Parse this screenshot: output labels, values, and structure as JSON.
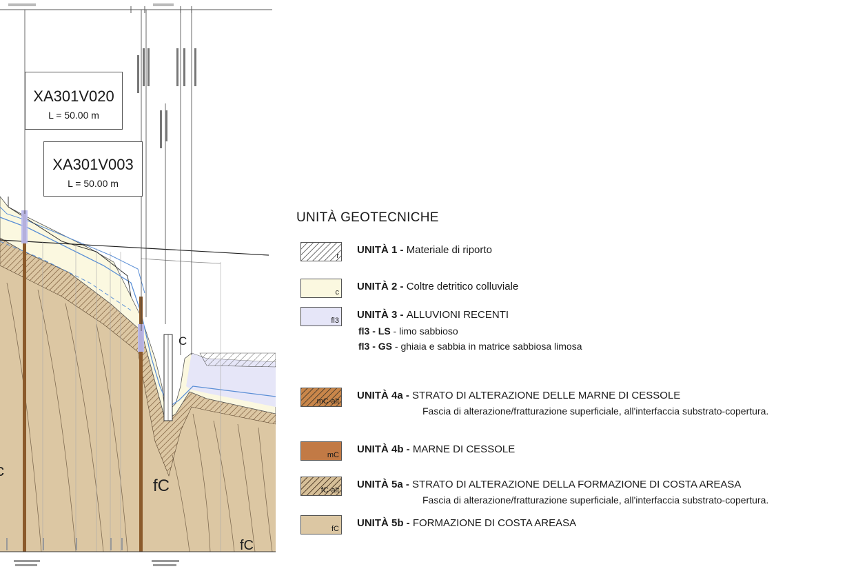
{
  "section": {
    "boxes": [
      {
        "code": "XA301V020",
        "length": "L = 50.00 m"
      },
      {
        "code": "XA301V003",
        "length": "L = 50.00 m"
      }
    ],
    "soil_labels": {
      "c_top": "C",
      "fc_center": "fC",
      "fc_right": "fC",
      "c_left": "c"
    }
  },
  "legend": {
    "title": "UNITÀ GEOTECNICHE",
    "items": [
      {
        "id": "u1",
        "symbol": "r",
        "unit": "UNITÀ 1",
        "sep": " - ",
        "name": "Materiale di riporto",
        "fill": "#ffffff",
        "hatch": true
      },
      {
        "id": "u2",
        "symbol": "c",
        "unit": "UNITÀ 2",
        "sep": " - ",
        "name": "Coltre detritico colluviale",
        "fill": "#fbf8e0",
        "hatch": false
      },
      {
        "id": "u3",
        "symbol": "fl3",
        "unit": "UNITÀ 3",
        "sep": " - ",
        "name": "ALLUVIONI RECENTI",
        "fill": "#e6e6f8",
        "hatch": false,
        "subs": [
          {
            "code": "fl3 - LS",
            "text": " - limo sabbioso"
          },
          {
            "code": "fl3 - GS",
            "text": " - ghiaia e sabbia in matrice sabbiosa limosa"
          }
        ]
      },
      {
        "id": "u4a",
        "symbol": "mC-alt",
        "unit": "UNITÀ 4a",
        "sep": " - ",
        "name": "STRATO DI ALTERAZIONE DELLE MARNE DI CESSOLE",
        "fill": "#c9864a",
        "hatch": true,
        "desc": "Fascia di alterazione/fratturazione superficiale, all'interfaccia substrato-copertura."
      },
      {
        "id": "u4b",
        "symbol": "mC",
        "unit": "UNITÀ 4b",
        "sep": " - ",
        "name": "MARNE DI CESSOLE",
        "fill": "#c27a45",
        "hatch": false
      },
      {
        "id": "u5a",
        "symbol": "fC-alt",
        "unit": "UNITÀ 5a",
        "sep": " - ",
        "name": "STRATO DI ALTERAZIONE DELLA FORMAZIONE DI COSTA AREASA",
        "fill": "#d6bf98",
        "hatch": true,
        "desc": "Fascia di alterazione/fratturazione superficiale, all'interfaccia substrato-copertura."
      },
      {
        "id": "u5b",
        "symbol": "fC",
        "unit": "UNITÀ 5b",
        "sep": " - ",
        "name": "FORMAZIONE DI COSTA AREASA",
        "fill": "#dcc7a3",
        "hatch": false
      }
    ]
  }
}
